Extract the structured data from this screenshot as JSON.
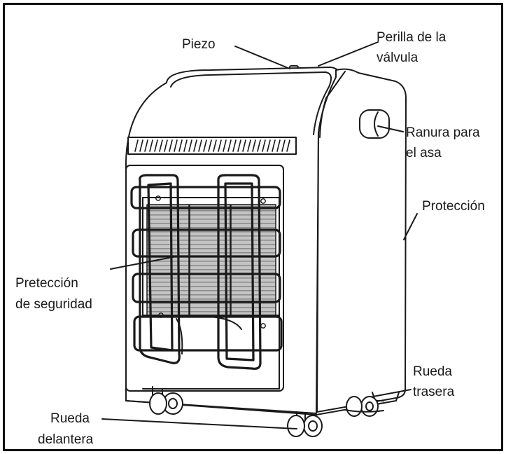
{
  "labels": {
    "piezo": "Piezo",
    "valve_knob_line1": "Perilla de la",
    "valve_knob_line2": "válvula",
    "handle_slot_line1": "Ranura para",
    "handle_slot_line2": "el asa",
    "protection": "Protección",
    "safety_guard_line1": "Pretección",
    "safety_guard_line2": "de seguridad",
    "rear_wheel_line1": "Rueda",
    "rear_wheel_line2": "trasera",
    "front_wheel_line1": "Rueda",
    "front_wheel_line2": "delantera"
  },
  "colors": {
    "line": "#1a1a1a",
    "panel_gray": "#b9b9b9",
    "panel_stripe": "#8c8c8c",
    "background": "#ffffff"
  }
}
